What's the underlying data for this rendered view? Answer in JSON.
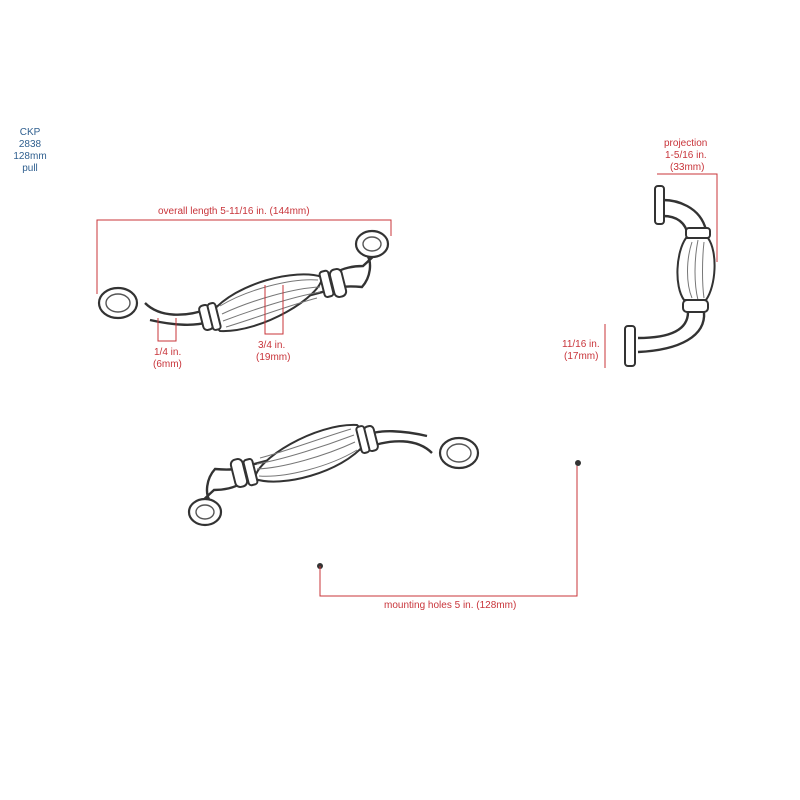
{
  "product": {
    "brand": "CKP",
    "model": "2838",
    "size": "128mm",
    "type": "pull"
  },
  "dimensions": {
    "overall_length": "overall length 5-11/16 in. (144mm)",
    "quarter_in": "1/4 in.",
    "quarter_mm": "(6mm)",
    "three_quarter_in": "3/4 in.",
    "three_quarter_mm": "(19mm)",
    "projection_label": "projection",
    "projection_in": "1-5/16 in.",
    "projection_mm": "(33mm)",
    "base_in": "11/16 in.",
    "base_mm": "(17mm)",
    "mounting_holes": "mounting holes 5 in. (128mm)"
  },
  "colors": {
    "dimension": "#c8343a",
    "product_text": "#2f5f8f",
    "line_art": "#333333"
  }
}
